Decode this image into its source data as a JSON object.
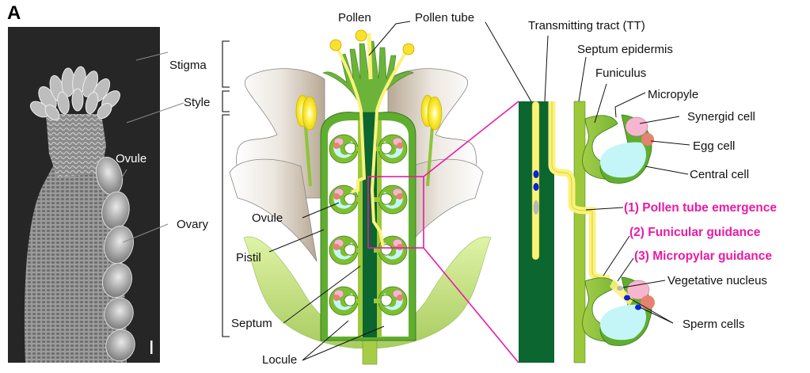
{
  "panel_label": "A",
  "sem": {
    "labels": {
      "stigma": "Stigma",
      "style": "Style",
      "ovule": "Ovule",
      "ovary": "Ovary"
    }
  },
  "flower": {
    "labels": {
      "pollen": "Pollen",
      "pollen_tube": "Pollen tube",
      "ovule": "Ovule",
      "pistil": "Pistil",
      "septum": "Septum",
      "locule": "Locule"
    }
  },
  "detail": {
    "labels": {
      "transmitting_tract": "Transmitting tract (TT)",
      "septum_epidermis": "Septum epidermis",
      "funiculus": "Funiculus",
      "micropyle": "Micropyle",
      "synergid_cell": "Synergid cell",
      "egg_cell": "Egg cell",
      "central_cell": "Central cell",
      "vegetative_nucleus": "Vegetative nucleus",
      "sperm_cells": "Sperm cells"
    },
    "steps": [
      "(1) Pollen tube emergence",
      "(2) Funicular guidance",
      "(3) Micropylar guidance"
    ]
  },
  "colors": {
    "highlight": "#e81ba6",
    "septum_dark": "#0b6630",
    "tissue_green": "#9cc83a",
    "pollen_yellow": "#fbf27a",
    "central_cell": "#c4f6f8",
    "synergid": "#f7b6cf",
    "egg": "#e58370",
    "sperm": "#0a22dd",
    "vegetative": "#b8b8b8"
  }
}
